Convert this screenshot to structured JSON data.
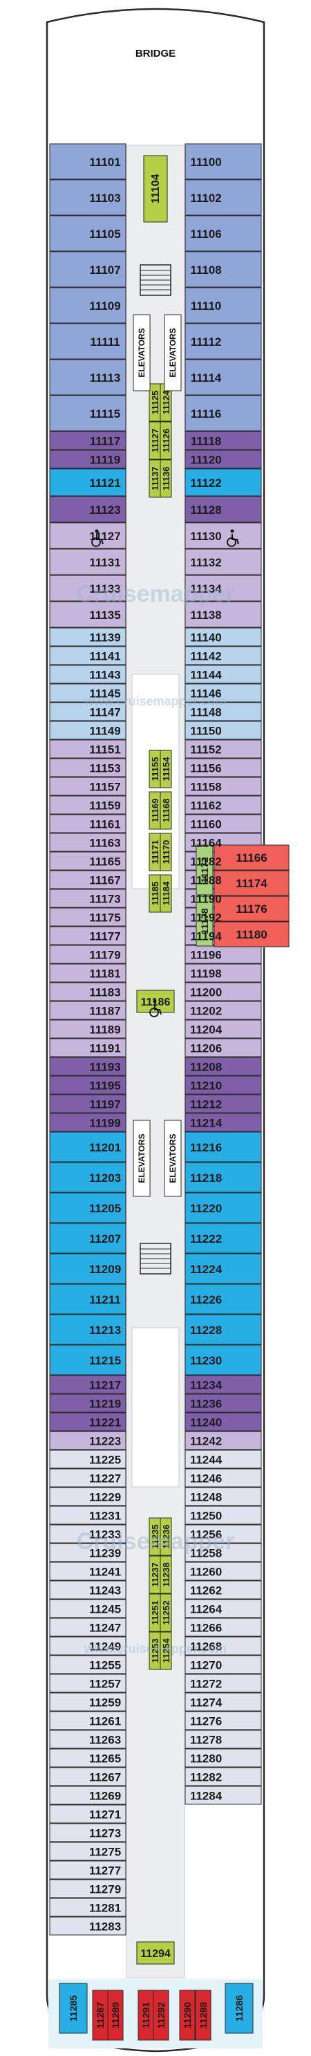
{
  "bridge_label": "BRIDGE",
  "elevators_label": "ELEVATORS",
  "watermark": {
    "brand": "Cruisemapper",
    "url": "www.cruisemapper.com"
  },
  "colors": {
    "hull": "#ffffff",
    "outline": "#2b2b2b",
    "corridor": "#ecedef",
    "periwinkle": "#8fa6d6",
    "lavender": "#c7b6dc",
    "purple": "#7f5fa8",
    "light_blue": "#b7d4ec",
    "cyan": "#27aee4",
    "blue_gray": "#6f8fae",
    "lime": "#b5cf46",
    "salmon": "#f1615a",
    "light_green": "#a7d37a",
    "red_suite": "#d9272e"
  },
  "icons": [
    "wheelchair-icon",
    "stairs-icon"
  ],
  "cabins": {
    "left_column": [
      "11101",
      "11103",
      "11105",
      "11107",
      "11109",
      "11111",
      "11113",
      "11115",
      "11117",
      "11119",
      "11121",
      "11123",
      "11127",
      "11131",
      "11133",
      "11135",
      "11139",
      "11141",
      "11143",
      "11145",
      "11147",
      "11149",
      "11151",
      "11153",
      "11157",
      "11159",
      "11161",
      "11163",
      "11165",
      "11167",
      "11173",
      "11175",
      "11177",
      "11179",
      "11181",
      "11183",
      "11187",
      "11189",
      "11191",
      "11193",
      "11195",
      "11197",
      "11199",
      "11201",
      "11203",
      "11205",
      "11207",
      "11209",
      "11211",
      "11213",
      "11215",
      "11217",
      "11219",
      "11221",
      "11223",
      "11225",
      "11227",
      "11229",
      "11231",
      "11233",
      "11239",
      "11241",
      "11243",
      "11245",
      "11247",
      "11249",
      "11255",
      "11257",
      "11259",
      "11261",
      "11263",
      "11265",
      "11267",
      "11269",
      "11271",
      "11273",
      "11275",
      "11277",
      "11279",
      "11281",
      "11283"
    ],
    "right_column": [
      "11100",
      "11102",
      "11106",
      "11108",
      "11110",
      "11112",
      "11114",
      "11116",
      "11118",
      "11120",
      "11122",
      "11128",
      "11130",
      "11132",
      "11134",
      "11138",
      "11140",
      "11142",
      "11144",
      "11146",
      "11148",
      "11150",
      "11152",
      "11156",
      "11158",
      "11162",
      "11160",
      "11164",
      "11182",
      "11188",
      "11190",
      "11192",
      "11194",
      "11196",
      "11198",
      "11200",
      "11202",
      "11204",
      "11206",
      "11208",
      "11210",
      "11212",
      "11214",
      "11216",
      "11218",
      "11220",
      "11222",
      "11224",
      "11226",
      "11228",
      "11230",
      "11234",
      "11236",
      "11240",
      "11242",
      "11244",
      "11246",
      "11248",
      "11250",
      "11256",
      "11258",
      "11260",
      "11262",
      "11264",
      "11266",
      "11268",
      "11270",
      "11272",
      "11274",
      "11276",
      "11278",
      "11280",
      "11282",
      "11284"
    ],
    "extension": [
      "11166",
      "11174",
      "11176",
      "11180"
    ],
    "extension_small": [
      "11172",
      "11178"
    ],
    "center_vertical": [
      "11104",
      "11125",
      "11124",
      "11127",
      "11126",
      "11137",
      "11136",
      "11155",
      "11154",
      "11169",
      "11168",
      "11171",
      "11170",
      "11185",
      "11184",
      "11235",
      "11236",
      "11237",
      "11238",
      "11251",
      "11252",
      "11253",
      "11254"
    ],
    "center_horizontal": [
      "11186",
      "11294"
    ],
    "stern": [
      "11285",
      "11287",
      "11289",
      "11291",
      "11292",
      "11290",
      "11288",
      "11286"
    ]
  }
}
